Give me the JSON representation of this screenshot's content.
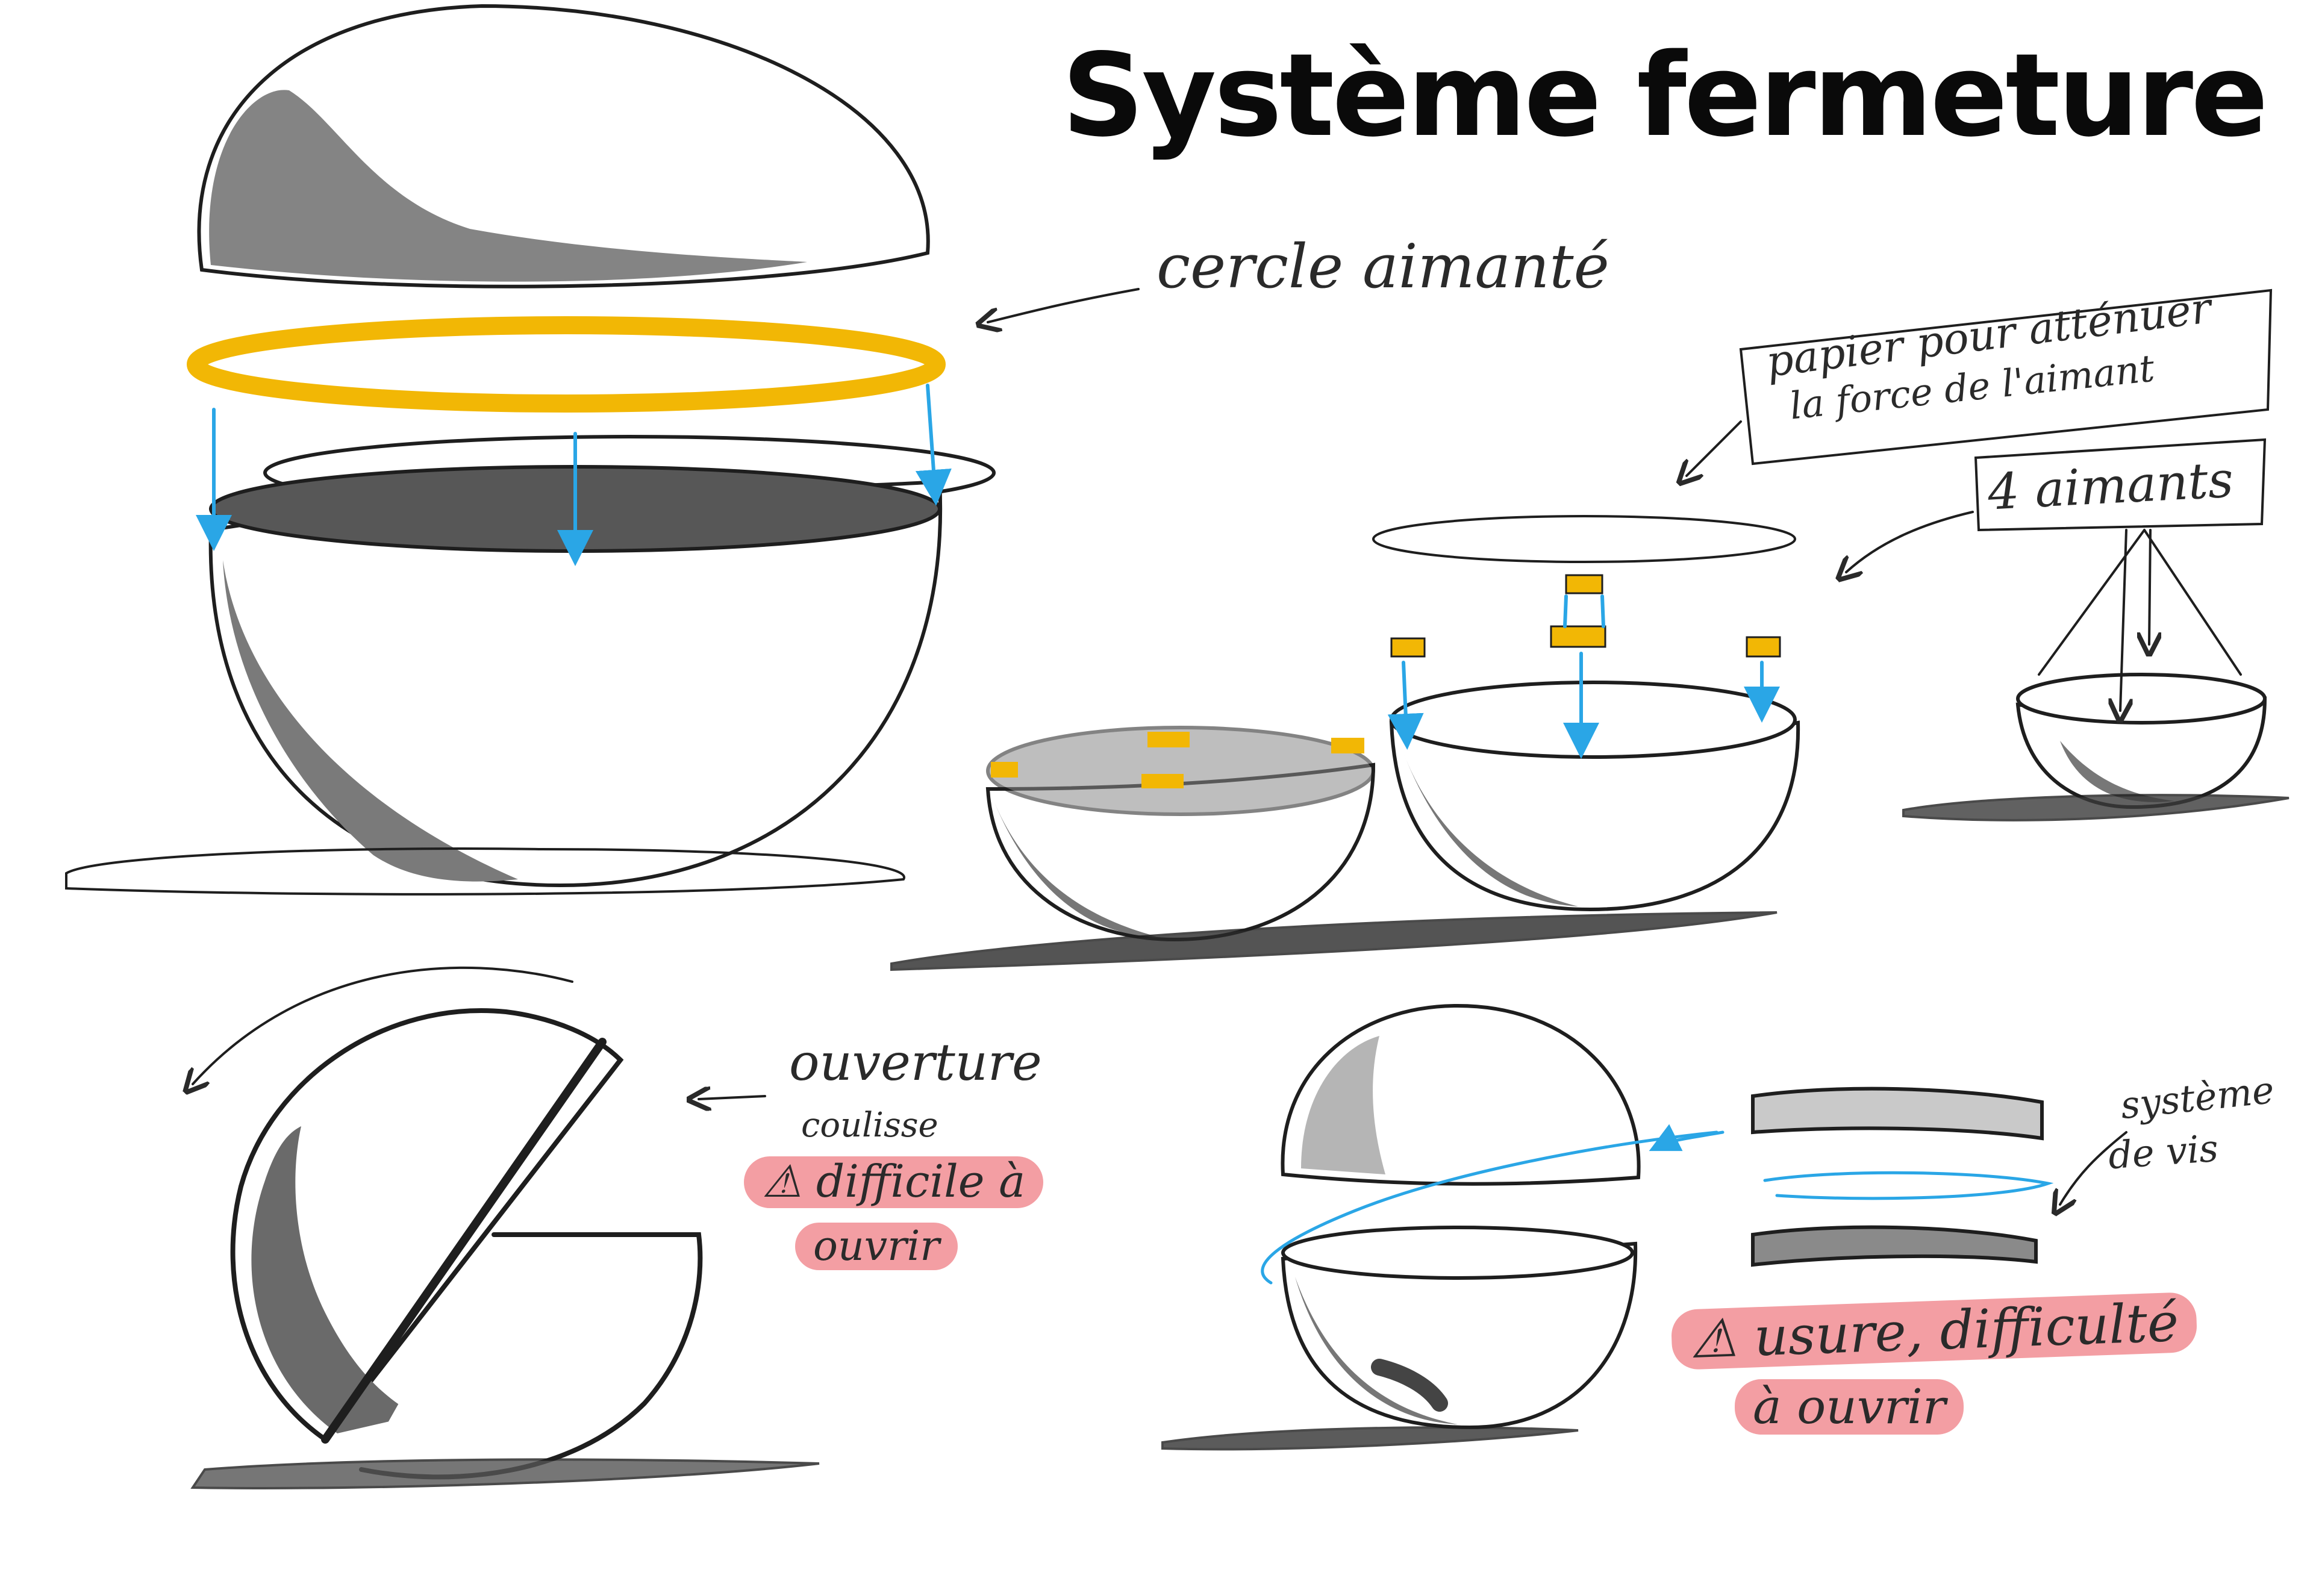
{
  "title": "Système fermeture",
  "annotations": {
    "cercle": "cercle aimanté",
    "papier_line1": "papier pour atténuer",
    "papier_line2": "la force de l'aimant",
    "aimants": "4 aimants",
    "ouverture": "ouverture",
    "coulisse": "coulisse",
    "warn_ouverture_line1": "⚠ difficile à",
    "warn_ouverture_line2": "ouvrir",
    "systeme_line1": "système",
    "systeme_line2": "de vis",
    "warn_vis_line1": "⚠ usure, difficulté",
    "warn_vis_line2": "à ouvrir"
  },
  "colors": {
    "magnet": "#f2b705",
    "arrow": "#2aa6e6",
    "warning": "#ee7880",
    "shade": "#6e6e6e",
    "ink": "#1e1e1e"
  }
}
